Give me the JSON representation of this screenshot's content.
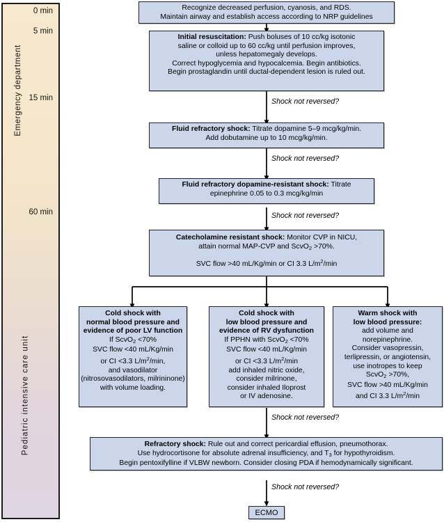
{
  "timeline": {
    "phase_top_label": "Emergency department",
    "phase_bottom_label": "Pediatric intensive care unit",
    "times": [
      "0 min",
      "5 min",
      "15 min",
      "60 min"
    ]
  },
  "connector_label": "Shock not reversed?",
  "colors": {
    "box_fill": "#ccd6ea",
    "box_border": "#20222b",
    "timeline_top": "#f6e9ce",
    "timeline_bottom": "#e0d5e2"
  },
  "boxes": {
    "recognize": {
      "name": "recognize-box",
      "lines": [
        "Recognize decreased perfusion, cyanosis, and RDS.",
        "Maintain airway and establish access according to NRP guidelines"
      ]
    },
    "initial_resuscitation": {
      "name": "initial-resuscitation-box",
      "heading": "Initial resuscitation:",
      "lines": [
        "Push boluses of 10 cc/kg isotonic",
        "saline or colloid up to 60 cc/kg until perfusion improves,",
        "unless hepatomegaly develops.",
        "Correct hypoglycemia and hypocalcemia. Begin antibiotics.",
        "Begin prostaglandin until ductal-dependent lesion is ruled out."
      ]
    },
    "fluid_refractory": {
      "name": "fluid-refractory-shock-box",
      "heading": "Fluid refractory shock:",
      "lines": [
        "Titrate dopamine 5–9 mcg/kg/min.",
        "Add dobutamine up to 10 mcg/kg/min."
      ]
    },
    "dopamine_resistant": {
      "name": "fluid-refractory-dopamine-resistant-shock-box",
      "heading": "Fluid refractory dopamine-resistant shock:",
      "lines": [
        "Titrate",
        "epinephrine 0.05 to 0.3 mcg/kg/min"
      ]
    },
    "catecholamine_resistant": {
      "name": "catecholamine-resistant-shock-box",
      "heading": "Catecholamine resistant shock:",
      "lines": [
        "Monitor CVP in NICU,",
        "attain normal MAP-CVP and ScvO₂ >70%.",
        "",
        "SVC flow >40 mL/Kg/min or CI 3.3 L/m²/min"
      ]
    },
    "cold_shock_normal_bp": {
      "name": "cold-shock-normal-bp-box",
      "heading_lines": [
        "Cold shock with",
        "normal blood pressure and",
        "evidence of poor LV function"
      ],
      "lines": [
        "If ScvO₂ <70%",
        "SVC flow <40 mL/Kg/min",
        "or CI <3.3 L/m²/min,",
        "and vasodilator",
        "(nitrosovasodilators, milrininone)",
        "with volume loading."
      ]
    },
    "cold_shock_low_bp": {
      "name": "cold-shock-low-bp-box",
      "heading_lines": [
        "Cold shock with",
        "low blood pressure and",
        "evidence of RV dysfunction"
      ],
      "lines": [
        "If PPHN with ScvO₂ <70%",
        "SVC flow <40 mL/Kg/min",
        "or CI <3.3 L/m²/min",
        "add inhaled nitric oxide,",
        "consider milrinone,",
        "consider inhaled Iloprost",
        "or IV adenosine."
      ]
    },
    "warm_shock_low_bp": {
      "name": "warm-shock-low-bp-box",
      "heading_lines": [
        "Warm shock with",
        "low blood pressure:"
      ],
      "lines": [
        "add volume and",
        "norepinephrine.",
        "Consider vasopressin,",
        "terlipressin, or angiotensin,",
        "use inotropes to keep",
        "ScvO₂ >70%,",
        "SVC flow >40 mL/Kg/min",
        "and CI 3.3 L/m²/min"
      ]
    },
    "refractory_shock": {
      "name": "refractory-shock-box",
      "heading": "Refractory shock:",
      "lines": [
        "Rule out and correct pericardial effusion, pneumothorax.",
        "Use hydrocortisone for absolute adrenal insufficiency, and T₃ for hypothyroidism.",
        "Begin pentoxifylline if VLBW newborn. Consider closing PDA if hemodynamically significant."
      ]
    },
    "ecmo": {
      "name": "ecmo-box",
      "label": "ECMO"
    }
  }
}
